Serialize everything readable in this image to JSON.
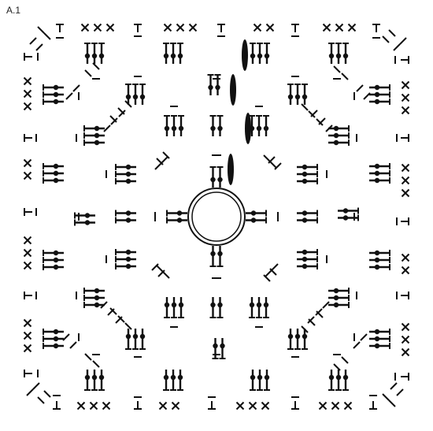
{
  "diagram": {
    "label": "A.1",
    "colors": {
      "ink": "#111111",
      "background": "#ffffff"
    },
    "legend_symbols": [
      "chain",
      "slip-stitch",
      "single-crochet",
      "double-crochet",
      "bobble",
      "magic-ring"
    ],
    "center": {
      "type": "magic-ring"
    },
    "rounds": 8
  }
}
